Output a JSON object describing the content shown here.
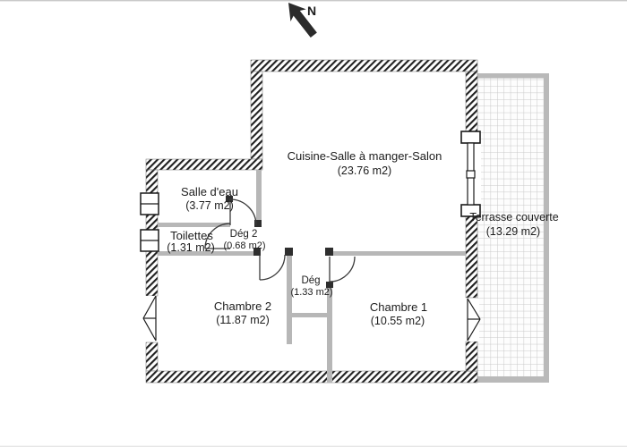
{
  "figure": {
    "kind": "architectural-floor-plan"
  },
  "compass": {
    "label": "N"
  },
  "rooms": [
    {
      "id": "cuisine",
      "name": "Cuisine-Salle à manger-Salon",
      "area": "(23.76 m2)"
    },
    {
      "id": "salle-eau",
      "name": "Salle d'eau",
      "area": "(3.77 m2)"
    },
    {
      "id": "toilettes",
      "name": "Toilettes",
      "area": "(1.31 m2)"
    },
    {
      "id": "deg2",
      "name": "Dég 2",
      "area": "(0.68 m2)"
    },
    {
      "id": "deg",
      "name": "Dég",
      "area": "(1.33 m2)"
    },
    {
      "id": "chambre2",
      "name": "Chambre 2",
      "area": "(11.87 m2)"
    },
    {
      "id": "chambre1",
      "name": "Chambre 1",
      "area": "(10.55 m2)"
    },
    {
      "id": "terrasse",
      "name": "Terrasse couverte",
      "area": "(13.29 m2)"
    }
  ],
  "colors": {
    "wall_hatch": "#1f1f1f",
    "interior_wall": "#b7b7b7",
    "terrace_border": "#b9b9b9",
    "tile_grid_line": "#c9c9c9",
    "ink": "#1c1c1c"
  }
}
